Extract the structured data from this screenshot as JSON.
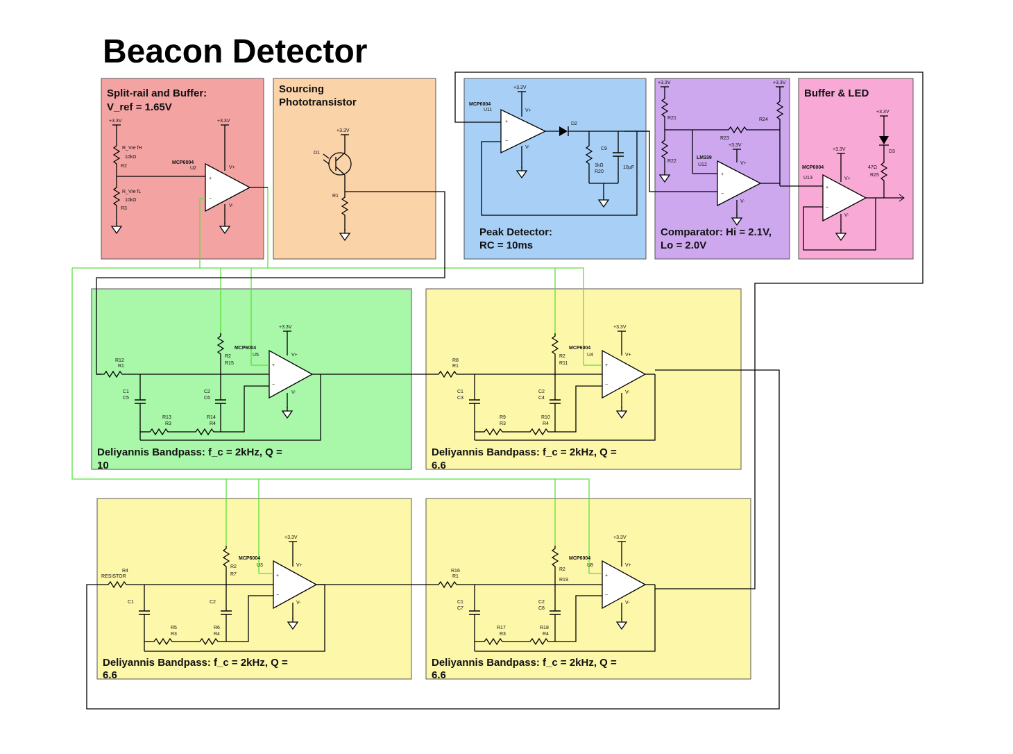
{
  "title": "Beacon Detector",
  "blocks": {
    "split_rail": {
      "l1": "Split-rail and Buffer:",
      "l2": "V_ref = 1.65V",
      "color": "#f4a3a3"
    },
    "phototransistor": {
      "l1": "Sourcing",
      "l2": "Phototransistor",
      "color": "#fbd3a8"
    },
    "peak": {
      "l1": "Peak Detector:",
      "l2": "RC = 10ms",
      "color": "#a8d0f6"
    },
    "comparator": {
      "l1": "Comparator: Hi = 2.1V,",
      "l2": "Lo = 2.0V",
      "color": "#cda8ef"
    },
    "buffer_led": {
      "l1": "Buffer & LED",
      "color": "#f9a9d6"
    },
    "bp1": {
      "l1": "Deliyannis Bandpass: f_c = 2kHz, Q =",
      "l2": "10",
      "color": "#a9f7a9"
    },
    "bp2": {
      "l1": "Deliyannis Bandpass: f_c = 2kHz, Q =",
      "l2": "6.6",
      "color": "#fdf7a9"
    },
    "bp3": {
      "l1": "Deliyannis Bandpass: f_c = 2kHz, Q =",
      "l2": "6.6",
      "color": "#fdf7a9"
    },
    "bp4": {
      "l1": "Deliyannis Bandpass: f_c = 2kHz, Q =",
      "l2": "6.6",
      "color": "#fdf7a9"
    }
  },
  "labels": {
    "vdd": "+3.3V",
    "vplus": "V+",
    "vminus": "V-",
    "plus": "+",
    "minus": "−",
    "mcp": "MCP6004",
    "lm": "LM339",
    "r_vre_fh": "R_Vre fH",
    "r_vre_fl": "R_Vre fL",
    "k10": "10kΩ",
    "r2": "R2",
    "r3": "R3",
    "r1": "R1",
    "r4": "R4",
    "u2": "U2",
    "d1": "D1",
    "u11": "U11",
    "d2": "D2",
    "c9": "C9",
    "k1": "1kΩ",
    "r20": "R20",
    "uf10": "10µF",
    "r21": "R21",
    "r22": "R22",
    "r23": "R23",
    "r24": "R24",
    "u12": "U12",
    "u13": "U13",
    "d3": "D3",
    "ohm47": "47Ω",
    "r25": "R25",
    "r12": "R12",
    "r15": "R15",
    "u5": "U5",
    "c1": "C1",
    "c5": "C5",
    "c2": "C2",
    "c6": "C6",
    "r13": "R13",
    "r14": "R14",
    "r8": "R8",
    "r11": "R11",
    "u4": "U4",
    "c3": "C3",
    "c4": "C4",
    "r9": "R9",
    "r10": "R10",
    "resistor": "RESISTOR",
    "r7": "R7",
    "u3": "U3",
    "r5": "R5",
    "r6": "R6",
    "r16": "R16",
    "r19": "R19",
    "u8": "U8",
    "c7": "C7",
    "c8": "C8",
    "r17": "R17",
    "r18": "R18"
  }
}
